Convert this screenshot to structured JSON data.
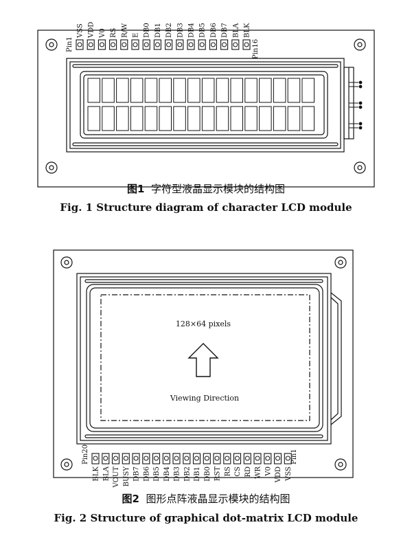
{
  "figure1": {
    "pin_labels": [
      "VSS",
      "VDD",
      "V0",
      "RS",
      "R/W",
      "E",
      "DB0",
      "DB1",
      "DB2",
      "DB3",
      "DB4",
      "DB5",
      "DB6",
      "DB7",
      "BLA",
      "BLK"
    ],
    "pin_first": "Pin1",
    "pin_last": "Pin16",
    "grid": {
      "columns": 16,
      "rows": 2
    },
    "caption_zh_num": "图1",
    "caption_zh_text": "字符型液晶显示模块的结构图",
    "caption_en": "Fig. 1   Structure diagram of character LCD module"
  },
  "figure2": {
    "pin_labels": [
      "BLK",
      "BLA",
      "VOUT",
      "BUSY",
      "DB7",
      "DB6",
      "DB5",
      "DB4",
      "DB3",
      "DB2",
      "DB1",
      "DB0",
      "RST",
      "RS",
      "CS",
      "RD",
      "WR",
      "V0",
      "VDD",
      "VSS"
    ],
    "pin_first": "Pin20",
    "pin_last": "Pin1",
    "pixels_label": "128×64  pixels",
    "viewing_label": "Viewing  Direction",
    "caption_zh_num": "图2",
    "caption_zh_text": "图形点阵液晶显示模块的结构图",
    "caption_en": "Fig. 2   Structure of graphical dot-matrix LCD module"
  }
}
